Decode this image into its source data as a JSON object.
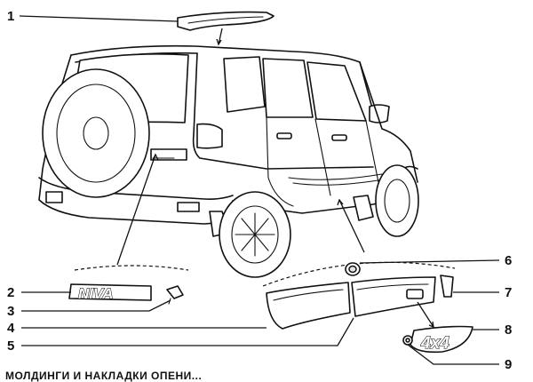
{
  "callouts": [
    {
      "number": "1"
    },
    {
      "number": "2"
    },
    {
      "number": "3"
    },
    {
      "number": "4"
    },
    {
      "number": "5"
    },
    {
      "number": "6"
    },
    {
      "number": "7"
    },
    {
      "number": "8"
    },
    {
      "number": "9"
    }
  ],
  "badges": {
    "model_name": "NIVA",
    "drive_type": "4x4"
  },
  "caption": "МОЛДИНГИ И НАКЛАДКИ ОПЕНИ..."
}
